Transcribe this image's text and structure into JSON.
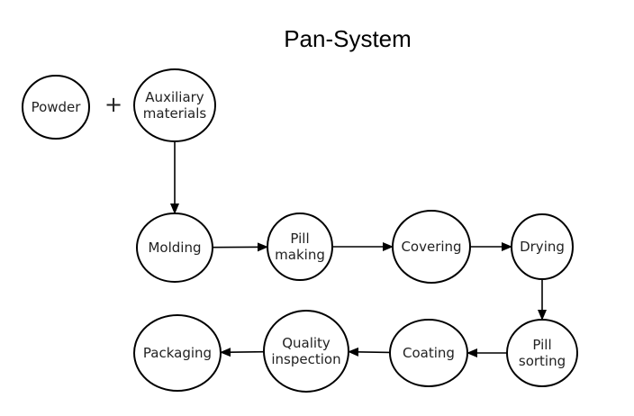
{
  "title": "Pan-System",
  "plus_symbol": "+",
  "nodes": [
    {
      "id": "powder",
      "label": [
        "Powder"
      ]
    },
    {
      "id": "auxiliary",
      "label": [
        "Auxiliary",
        "materials"
      ]
    },
    {
      "id": "molding",
      "label": [
        "Molding"
      ]
    },
    {
      "id": "pill-making",
      "label": [
        "Pill",
        "making"
      ]
    },
    {
      "id": "covering",
      "label": [
        "Covering"
      ]
    },
    {
      "id": "drying",
      "label": [
        "Drying"
      ]
    },
    {
      "id": "pill-sorting",
      "label": [
        "Pill",
        "sorting"
      ]
    },
    {
      "id": "coating",
      "label": [
        "Coating"
      ]
    },
    {
      "id": "quality-inspection",
      "label": [
        "Quality",
        "inspection"
      ]
    },
    {
      "id": "packaging",
      "label": [
        "Packaging"
      ]
    }
  ],
  "edges": [
    {
      "from": "auxiliary",
      "to": "molding"
    },
    {
      "from": "molding",
      "to": "pill-making"
    },
    {
      "from": "pill-making",
      "to": "covering"
    },
    {
      "from": "covering",
      "to": "drying"
    },
    {
      "from": "drying",
      "to": "pill-sorting"
    },
    {
      "from": "pill-sorting",
      "to": "coating"
    },
    {
      "from": "coating",
      "to": "quality-inspection"
    },
    {
      "from": "quality-inspection",
      "to": "packaging"
    }
  ],
  "colors": {
    "stroke": "#000000",
    "text": "#222222",
    "background": "#ffffff"
  }
}
